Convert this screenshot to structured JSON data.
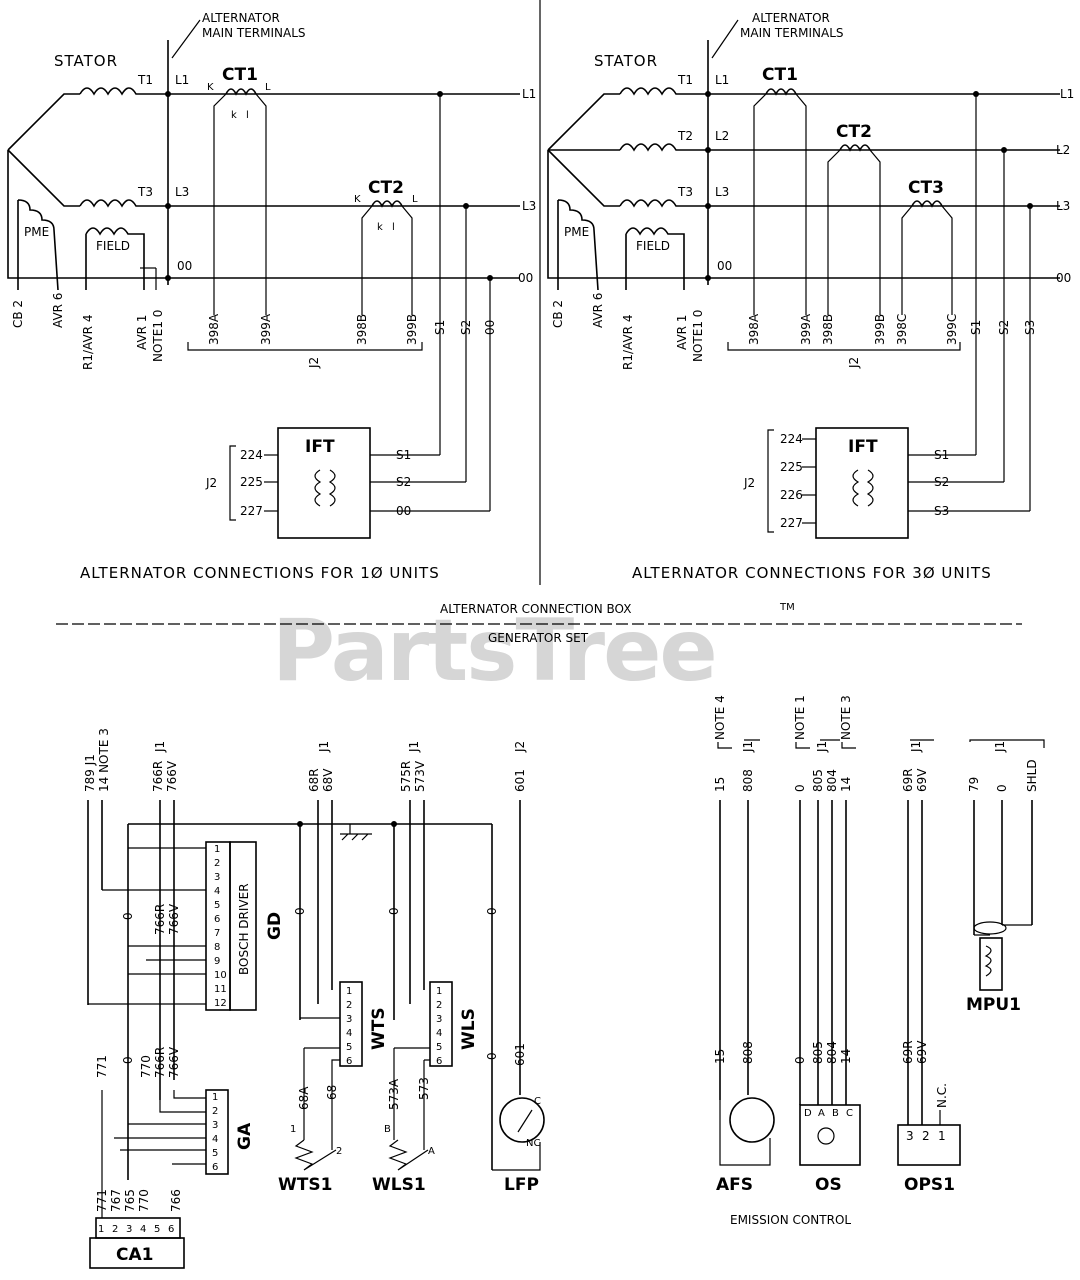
{
  "watermark": {
    "text": "PartsTree",
    "tm": "TM"
  },
  "panels": {
    "single_phase": {
      "title": "ALTERNATOR CONNECTIONS FOR 1Ø UNITS",
      "alt_terminals_1": "ALTERNATOR",
      "alt_terminals_2": "MAIN TERMINALS",
      "stator": "STATOR",
      "windings": [
        "T1",
        "T3"
      ],
      "terminals": [
        "L1",
        "L3",
        "00"
      ],
      "cts": [
        "CT1",
        "CT2"
      ],
      "ct_marks": [
        "K",
        "L",
        "k",
        "l"
      ],
      "pme": "PME",
      "field": "FIELD",
      "outputs": [
        "L1",
        "L3",
        "00"
      ],
      "bottom_labels": [
        "CB 2",
        "AVR 6",
        "R1/AVR 4",
        "AVR 1",
        "NOTE1 0",
        "398A",
        "399A",
        "398B",
        "399B",
        "S1",
        "S2",
        "00"
      ],
      "j2": "J2",
      "ift": "IFT",
      "ift_left": [
        "224",
        "225",
        "227"
      ],
      "ift_right": [
        "S1",
        "S2",
        "00"
      ]
    },
    "three_phase": {
      "title": "ALTERNATOR CONNECTIONS FOR 3Ø UNITS",
      "alt_terminals_1": "ALTERNATOR",
      "alt_terminals_2": "MAIN TERMINALS",
      "stator": "STATOR",
      "windings": [
        "T1",
        "T2",
        "T3"
      ],
      "terminals": [
        "L1",
        "L2",
        "L3",
        "00"
      ],
      "cts": [
        "CT1",
        "CT2",
        "CT3"
      ],
      "pme": "PME",
      "field": "FIELD",
      "outputs": [
        "L1",
        "L2",
        "L3",
        "00"
      ],
      "bottom_labels": [
        "CB 2",
        "AVR 6",
        "R1/AVR 4",
        "AVR 1",
        "NOTE1 0",
        "398A",
        "399A",
        "398B",
        "399B",
        "398C",
        "399C",
        "S1",
        "S2",
        "S3"
      ],
      "j2": "J2",
      "ift": "IFT",
      "ift_left": [
        "224",
        "225",
        "226",
        "227"
      ],
      "ift_right": [
        "S1",
        "S2",
        "S3"
      ]
    }
  },
  "divider": {
    "top": "ALTERNATOR CONNECTION BOX",
    "bottom": "GENERATOR SET"
  },
  "genset": {
    "gd": {
      "name": "GD",
      "sub": "BOSCH DRIVER",
      "pins": [
        "1",
        "2",
        "3",
        "4",
        "5",
        "6",
        "7",
        "8",
        "9",
        "10",
        "11",
        "12"
      ]
    },
    "wts": {
      "name": "WTS",
      "pins": [
        "1",
        "2",
        "3",
        "4",
        "5",
        "6"
      ]
    },
    "wls": {
      "name": "WLS",
      "pins": [
        "1",
        "2",
        "3",
        "4",
        "5",
        "6"
      ]
    },
    "ga": {
      "name": "GA",
      "pins": [
        "1",
        "2",
        "3",
        "4",
        "5",
        "6"
      ]
    },
    "ca1": {
      "name": "CA1",
      "pins": [
        "1",
        "2",
        "3",
        "4",
        "5",
        "6"
      ]
    },
    "top_wires_left": [
      "789 J1",
      "14 NOTE 3",
      "766R",
      "766V",
      "68R",
      "68V",
      "575R",
      "573V",
      "601"
    ],
    "j_labels": [
      "J1",
      "J1",
      "J1",
      "J1",
      "J2"
    ],
    "mid_wires": [
      "0",
      "766R",
      "766V",
      "0",
      "0",
      "771",
      "0",
      "770",
      "766R",
      "766V",
      "68A",
      "68",
      "573A",
      "573",
      "0",
      "601"
    ],
    "ca1_wires": [
      "771",
      "767",
      "765",
      "770",
      "766"
    ],
    "sensors": [
      "WTS1",
      "WLS1",
      "LFP"
    ],
    "lfp_marks": [
      "C",
      "NC"
    ],
    "sensor_marks": [
      "B",
      "A",
      "1",
      "2"
    ],
    "right_top": [
      "15",
      "NOTE 4",
      "808",
      "J1",
      "0",
      "NOTE 1",
      "805",
      "804",
      "14",
      "NOTE 3",
      "69R",
      "69V",
      "79",
      "0",
      "SHLD"
    ],
    "right_mid": [
      "15",
      "808",
      "0",
      "805",
      "804",
      "14",
      "69R",
      "69V",
      "N.C."
    ],
    "os_pins": [
      "D",
      "A",
      "B",
      "C"
    ],
    "ops_pins": [
      "3",
      "2",
      "1"
    ],
    "right_sensors": [
      "AFS",
      "OS",
      "OPS1",
      "MPU1"
    ],
    "emission": "EMISSION CONTROL"
  }
}
